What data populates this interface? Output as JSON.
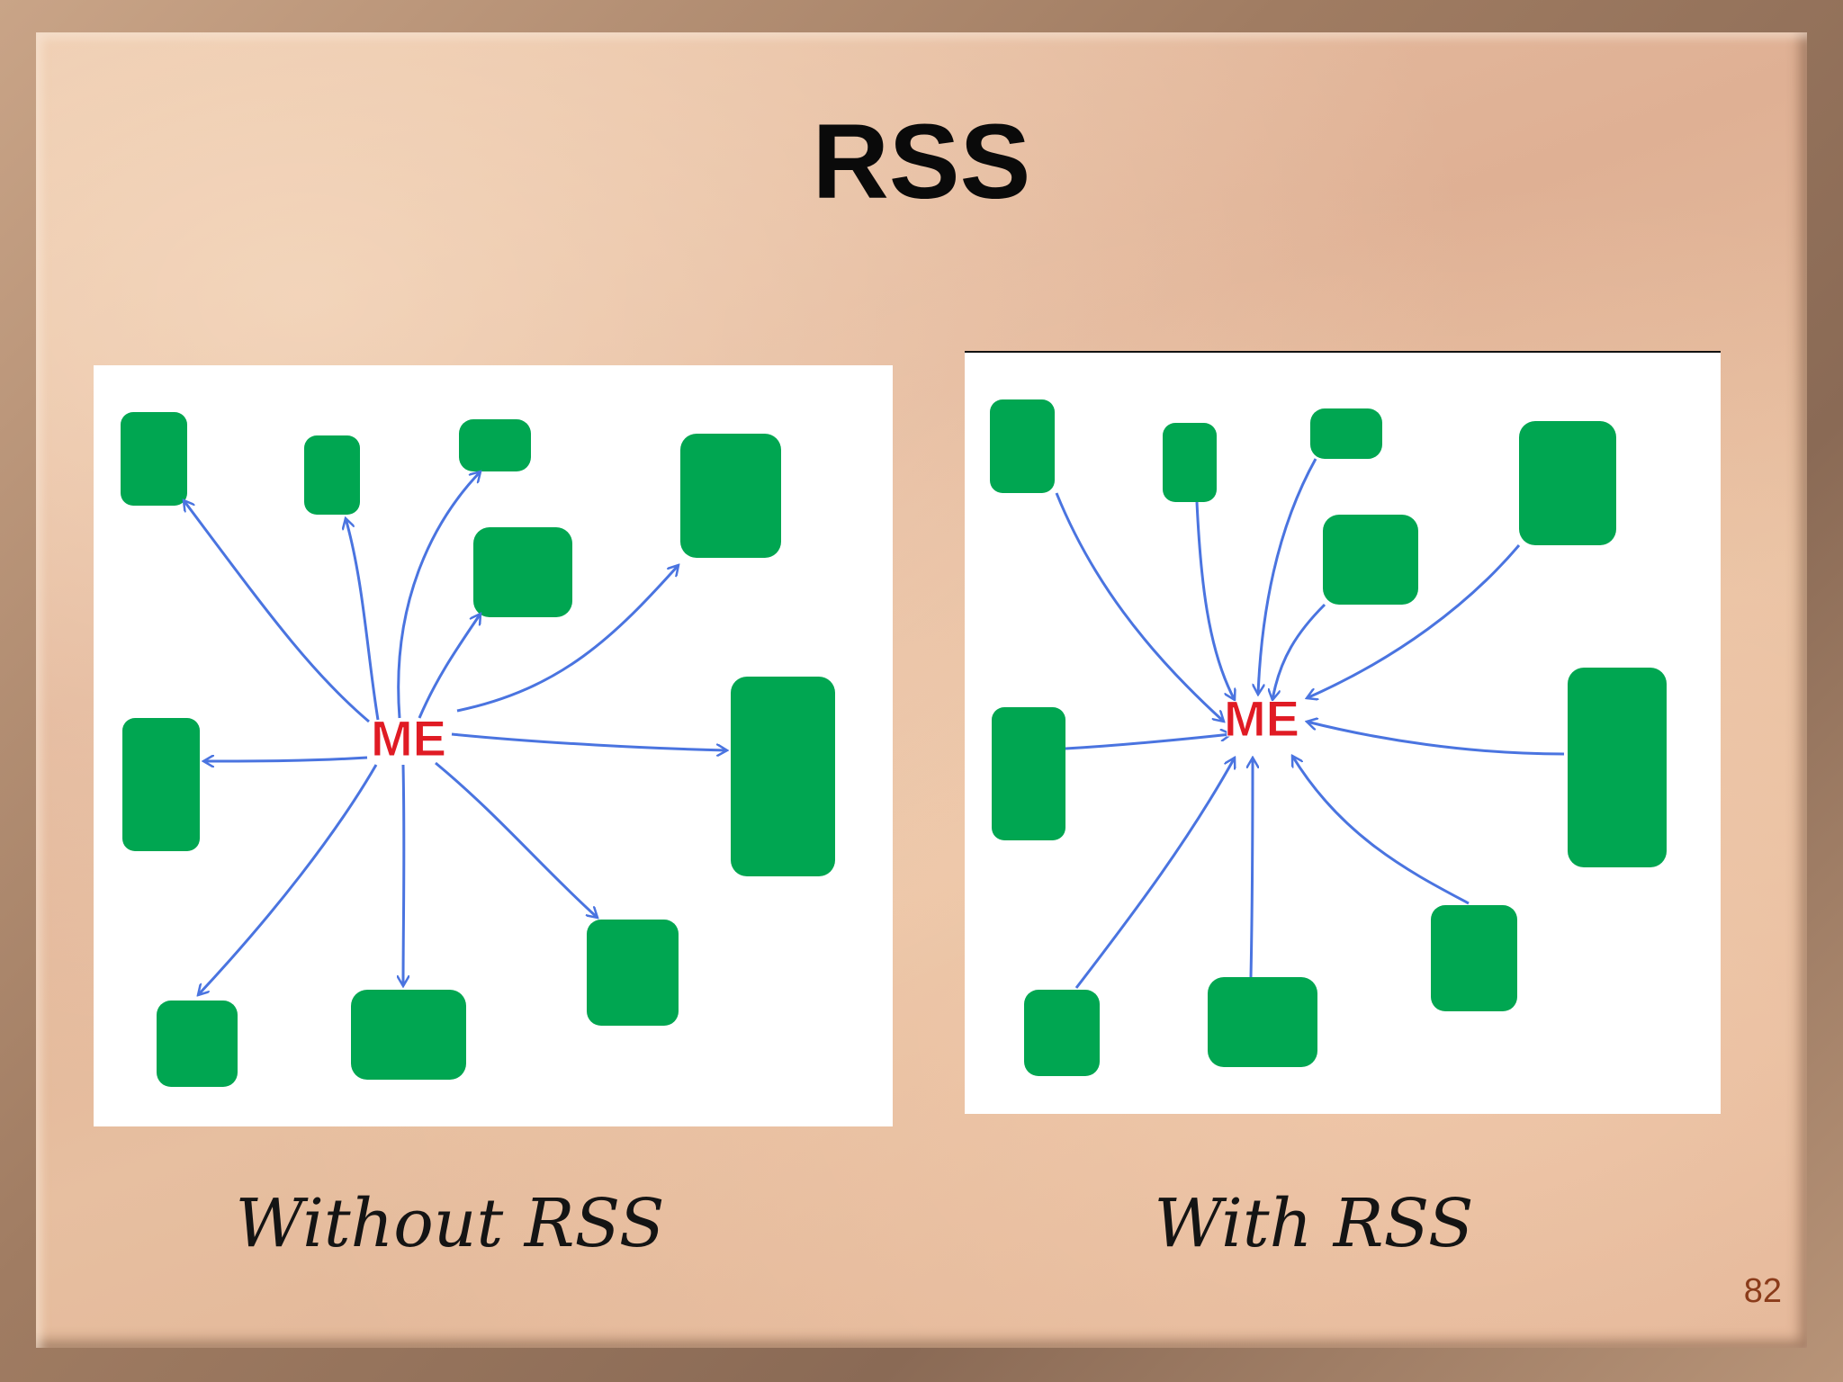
{
  "slide": {
    "title": "RSS",
    "page_number": "82"
  },
  "left_diagram": {
    "center_label": "ME",
    "caption": "Without RSS",
    "arrow_direction": "outward",
    "node_count": 10
  },
  "right_diagram": {
    "center_label": "ME",
    "caption": "With RSS",
    "arrow_direction": "inward",
    "node_count": 10
  },
  "colors": {
    "node": "#00a651",
    "arrow": "#4a74e0",
    "center_label": "#e01b24",
    "title": "#0a0a0a",
    "page_number": "#8a3b1a"
  }
}
